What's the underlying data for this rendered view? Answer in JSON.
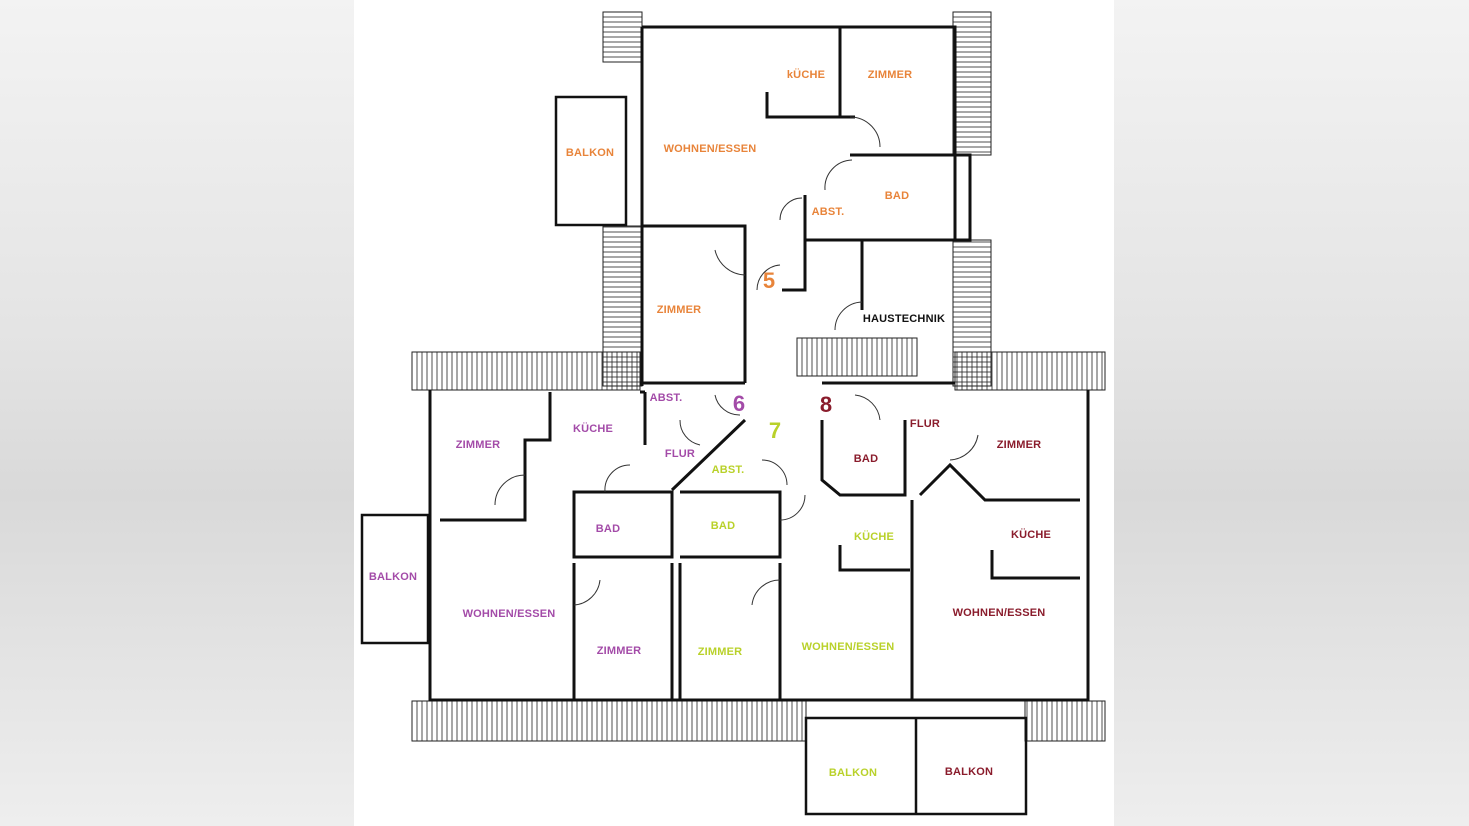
{
  "colors": {
    "unit5": "#e8843a",
    "unit6": "#a34ba8",
    "unit7": "#b9d12a",
    "unit8": "#8a1c2c",
    "technik": "#111111"
  },
  "unit5": {
    "number": "5",
    "kueche": "kÜCHE",
    "zimmer_top": "ZIMMER",
    "wohnen": "WOHNEN/ESSEN",
    "balkon": "BALKON",
    "bad": "BAD",
    "abst": "ABST.",
    "zimmer": "ZIMMER"
  },
  "haustechnik": "HAUSTECHNIK",
  "unit6": {
    "number": "6",
    "abst": "ABST.",
    "zimmer": "ZIMMER",
    "kueche": "KÜCHE",
    "flur": "FLUR",
    "bad": "BAD",
    "balkon": "BALKON",
    "wohnen": "WOHNEN/ESSEN",
    "zimmer2": "ZIMMER"
  },
  "unit7": {
    "number": "7",
    "abst": "ABST.",
    "bad": "BAD",
    "zimmer": "ZIMMER",
    "kueche": "KÜCHE",
    "wohnen": "WOHNEN/ESSEN",
    "balkon": "BALKON"
  },
  "unit8": {
    "number": "8",
    "flur": "FLUR",
    "bad": "BAD",
    "zimmer": "ZIMMER",
    "kueche": "KÜCHE",
    "wohnen": "WOHNEN/ESSEN",
    "balkon": "BALKON"
  }
}
